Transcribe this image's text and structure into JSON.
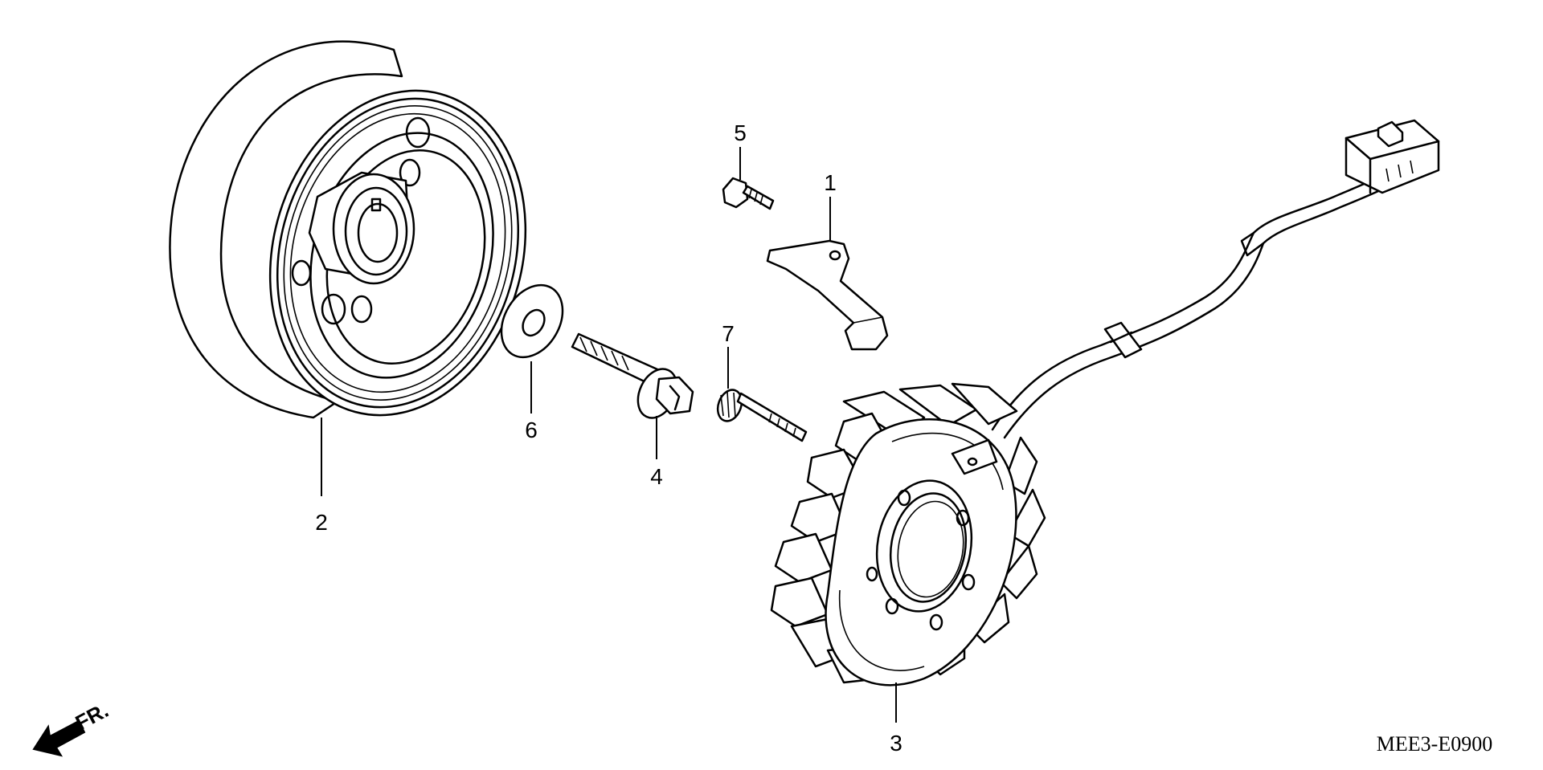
{
  "callouts": {
    "n1": "1",
    "n2": "2",
    "n3": "3",
    "n4": "4",
    "n5": "5",
    "n6": "6",
    "n7": "7"
  },
  "direction_label": "FR.",
  "diagram_code": "MEE3-E0900",
  "icons": [
    "front-direction-arrow-icon"
  ],
  "colors": {
    "ink": "#000000",
    "paper": "#ffffff"
  }
}
